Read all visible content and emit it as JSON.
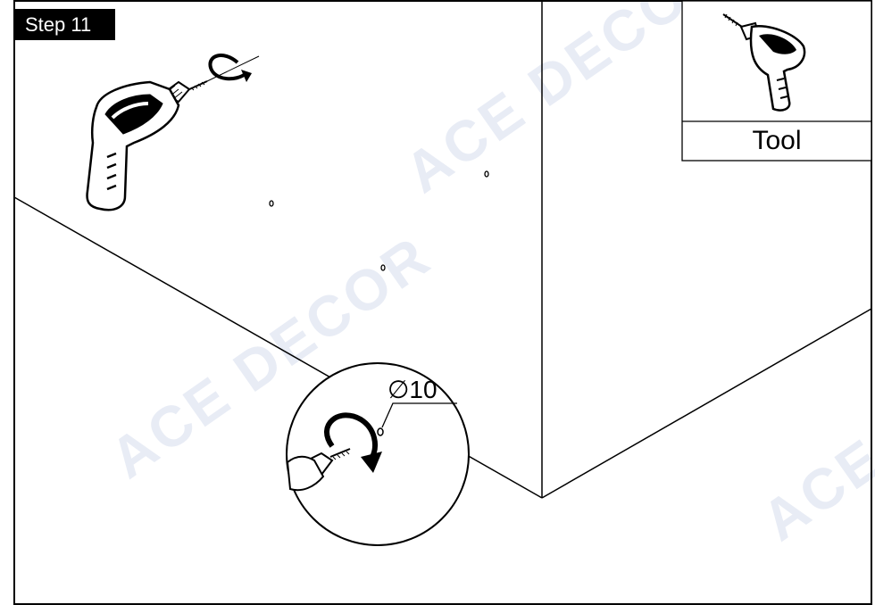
{
  "step": {
    "label": "Step 11"
  },
  "tool_panel": {
    "label": "Tool",
    "icon": "drill-icon"
  },
  "detail": {
    "hole_diameter_label": "∅10"
  },
  "watermark": {
    "text": "ACE DECOR"
  },
  "colors": {
    "line": "#000000",
    "badge_bg": "#000000",
    "badge_text": "#ffffff",
    "watermark": "#e8ecf5"
  }
}
